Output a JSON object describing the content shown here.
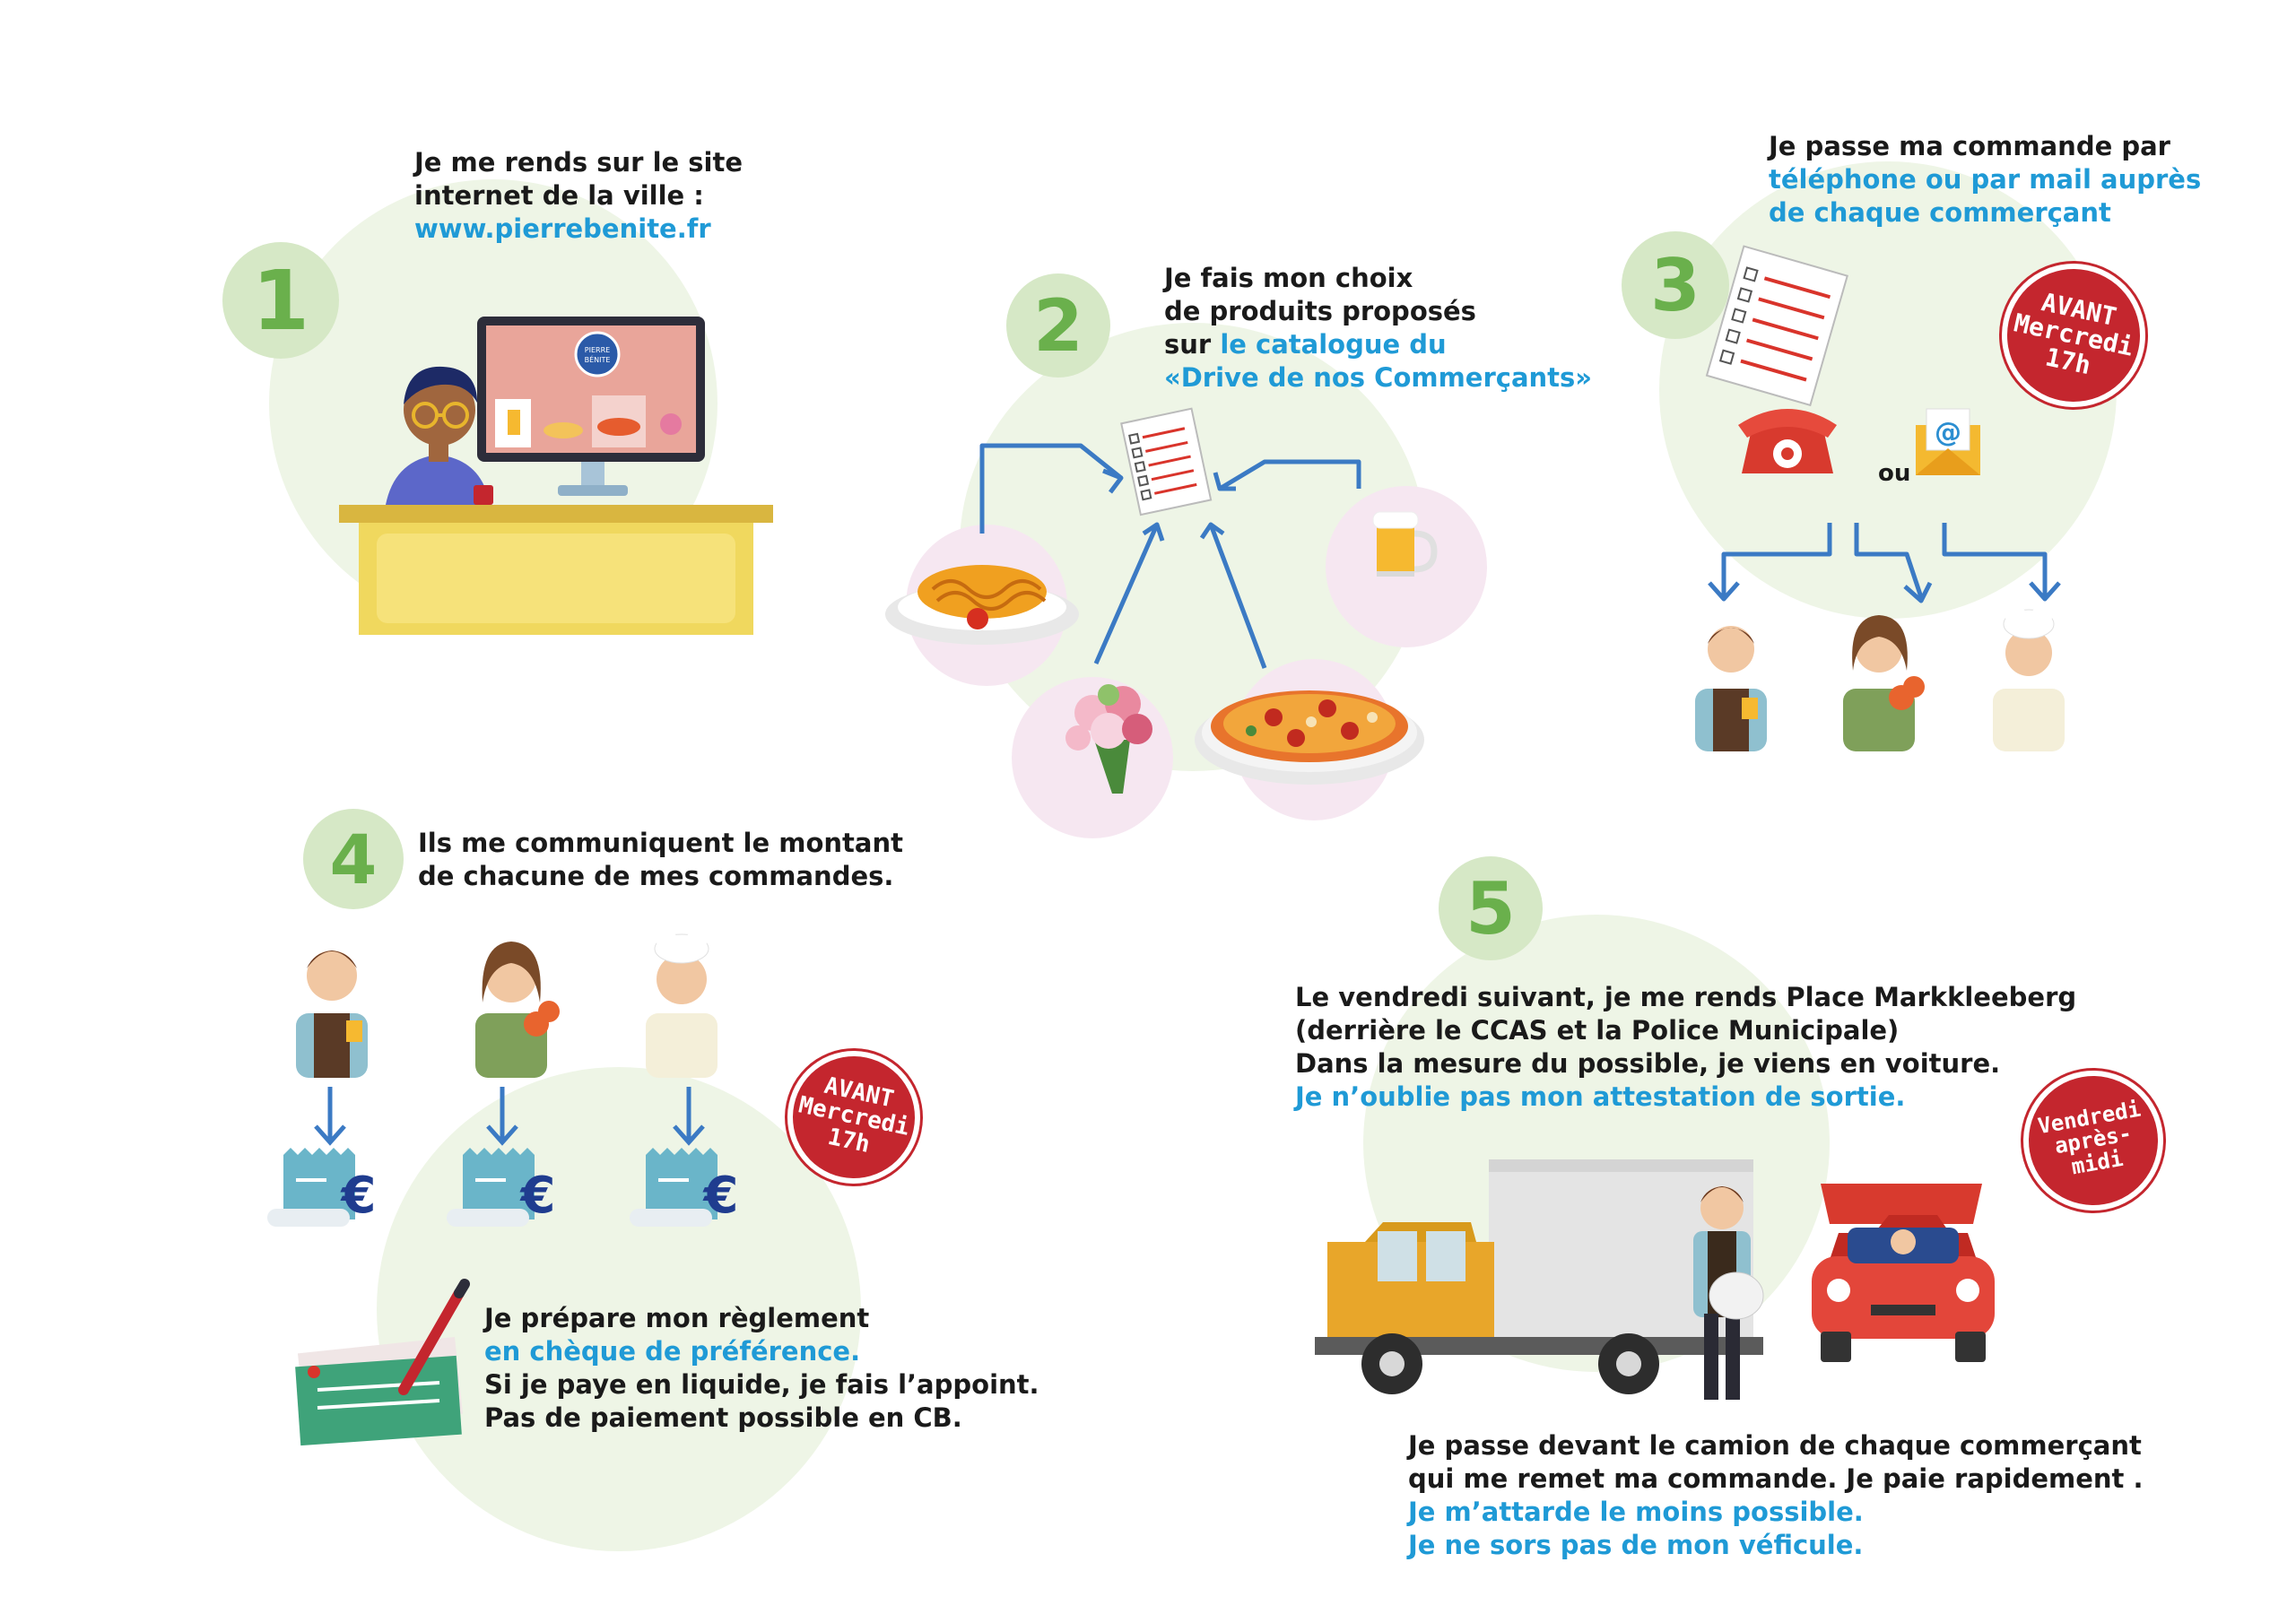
{
  "step1": {
    "number": "1",
    "line1": "Je me rends sur le site",
    "line2": "internet de la ville :",
    "link": "www.pierrebenite.fr",
    "screen_logo_line1": "PIERRE",
    "screen_logo_line2": "BÉNITE"
  },
  "step2": {
    "number": "2",
    "line1": "Je fais mon choix",
    "line2": "de produits proposés",
    "line3_prefix": "sur ",
    "line3_blue": "le catalogue du",
    "line4": "«Drive de nos Commerçants»"
  },
  "step3": {
    "number": "3",
    "line1": "Je passe ma commande par",
    "line2": "téléphone ou par mail auprès",
    "line3": "de chaque commerçant",
    "or_label": "ou",
    "stamp": {
      "line1": "AVANT",
      "line2": "Mercredi",
      "line3": "17h"
    }
  },
  "step4": {
    "number": "4",
    "line1": "Ils me communiquent le montant",
    "line2": "de chacune de mes commandes.",
    "stamp": {
      "line1": "AVANT",
      "line2": "Mercredi",
      "line3": "17h"
    },
    "pay_line1": "Je prépare mon règlement",
    "pay_line2": "en chèque de préférence.",
    "pay_line3": "Si je paye en liquide, je fais l’appoint.",
    "pay_line4": "Pas de paiement possible en CB."
  },
  "step5": {
    "number": "5",
    "line1": "Le vendredi suivant, je me rends Place Markkleeberg",
    "line2": "(derrière le CCAS et la Police Municipale)",
    "line3": "Dans la mesure du possible, je viens en voiture.",
    "line4": "Je n’oublie pas mon attestation de sortie.",
    "stamp": {
      "line1": "Vendredi",
      "line2": "après-midi"
    },
    "final_line1": "Je passe devant le camion  de chaque commerçant",
    "final_line2": "qui me remet ma commande. Je paie rapidement .",
    "final_line3": "Je m’attarde le moins possible.",
    "final_line4": "Je ne sors pas de mon véficule."
  },
  "icons": {
    "euro": "€",
    "at": "@"
  },
  "colors": {
    "blue_text": "#1f9ad6",
    "green_number": "#6ab04c",
    "stamp_red": "#c4262e",
    "arrow_blue": "#3b7ac4"
  }
}
